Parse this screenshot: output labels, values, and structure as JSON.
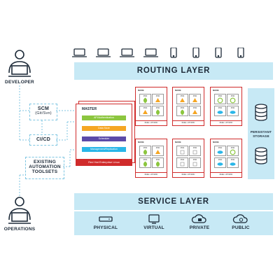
{
  "routing_layer": {
    "title": "ROUTING LAYER"
  },
  "service_layer": {
    "title": "SERVICE LAYER"
  },
  "developer": {
    "label": "DEVELOPER"
  },
  "operations": {
    "label": "OPERATIONS"
  },
  "scm": {
    "label": "SCM",
    "sublabel": "(Git/Svn)"
  },
  "cicd": {
    "label": "CI/CD"
  },
  "automation": {
    "line1": "EXISTING",
    "line2": "AUTOMATION",
    "line3": "TOOLSETS"
  },
  "master": {
    "title": "MASTER",
    "items": [
      {
        "label": "API/Authentication",
        "color": "#8cc63f"
      },
      {
        "label": "Data Store",
        "color": "#f5a623"
      },
      {
        "label": "Scheduler",
        "color": "#5b4aa8"
      },
      {
        "label": "Management/Replication",
        "color": "#29b6e8"
      }
    ],
    "footer": "Red Hat Enterprise Linux"
  },
  "nodes": {
    "title": "NODE",
    "footer": "RHEL / ATOMIC",
    "pod_label": "POD"
  },
  "storage": {
    "line1": "PERSISTANT",
    "line2": "STORAGE"
  },
  "services": [
    {
      "label": "PHYSICAL",
      "icon": "server-icon"
    },
    {
      "label": "VIRTUAL",
      "icon": "vm-icon"
    },
    {
      "label": "PRIVATE",
      "icon": "private-cloud-icon"
    },
    {
      "label": "PUBLIC",
      "icon": "public-cloud-icon"
    }
  ],
  "devices": [
    "laptop",
    "laptop",
    "laptop",
    "laptop",
    "phone",
    "phone",
    "phone",
    "phone"
  ],
  "colors": {
    "accent_red": "#d02b2b",
    "light_blue": "#c7e9f5",
    "line_blue": "#7fc6e2",
    "dark": "#1d2a38"
  }
}
